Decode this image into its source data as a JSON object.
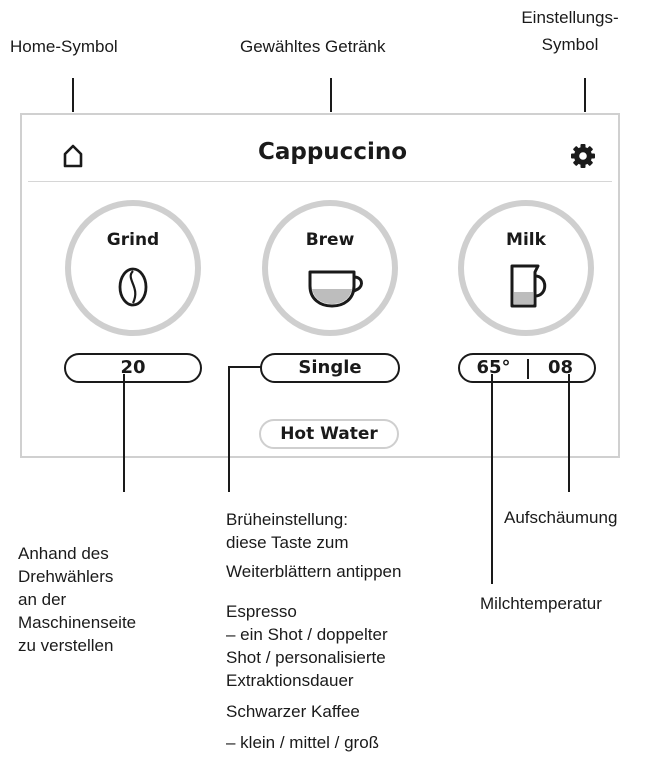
{
  "callouts": {
    "home_symbol": "Home-Symbol",
    "selected_drink": "Gewähltes Getränk",
    "settings_symbol_line1": "Einstellungs-",
    "settings_symbol_line2": "Symbol",
    "dial_note": [
      "Anhand des",
      "Drehwählers",
      "an der",
      "Maschinenseite",
      "zu verstellen"
    ],
    "brew_setting": [
      "Brüheinstellung:",
      "diese Taste zum",
      "Weiterblättern antippen"
    ],
    "espresso": [
      "Espresso",
      "– ein Shot / doppelter",
      "Shot / personalisierte",
      "Extraktionsdauer"
    ],
    "black_coffee": [
      "Schwarzer Kaffee",
      "– klein / mittel / groß"
    ],
    "frothing": "Aufschäumung",
    "milk_temperature": "Milchtemperatur"
  },
  "screen": {
    "title": "Cappuccino",
    "home_icon": "home-icon",
    "settings_icon": "gear-icon",
    "modules": [
      {
        "label": "Grind",
        "icon": "coffee-bean-icon",
        "value": "20"
      },
      {
        "label": "Brew",
        "icon": "cup-icon",
        "value": "Single"
      },
      {
        "label": "Milk",
        "icon": "milk-jug-icon",
        "temperature": "65°",
        "froth": "08"
      }
    ],
    "hot_water_label": "Hot Water"
  }
}
